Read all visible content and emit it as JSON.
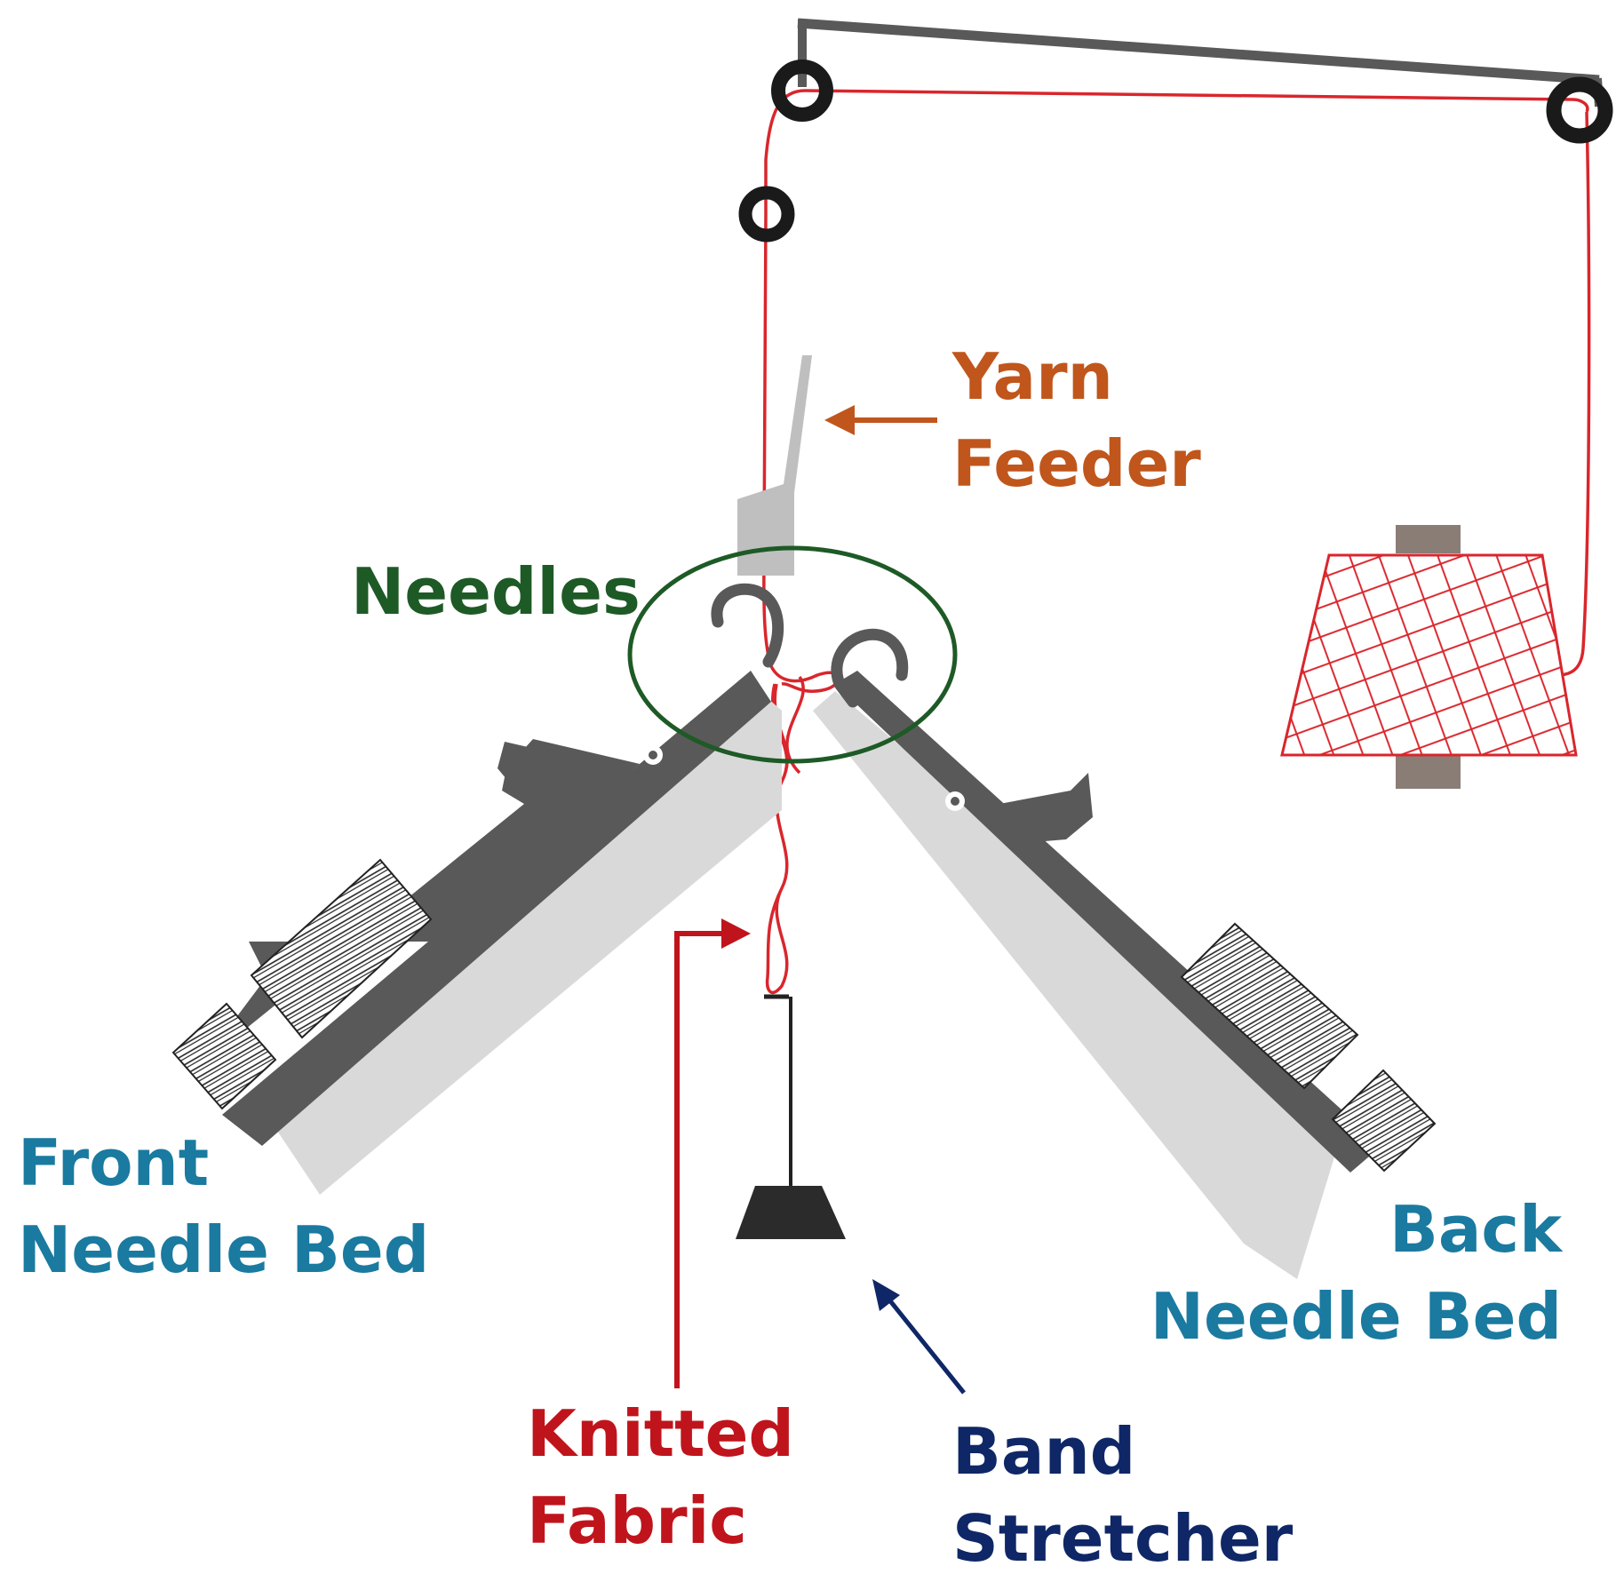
{
  "labels": {
    "yarn_feeder": [
      "Yarn",
      "Feeder"
    ],
    "needles": [
      "Needles"
    ],
    "front_needle_bed": [
      "Front",
      "Needle Bed"
    ],
    "back_needle_bed": [
      "Back",
      "Needle Bed"
    ],
    "knitted_fabric": [
      "Knitted",
      "Fabric"
    ],
    "band_stretcher": [
      "Band",
      "Stretcher"
    ]
  },
  "colors": {
    "yarn": "#d9262c",
    "yarn_feeder_label": "#c0561c",
    "needles_label": "#1e5a26",
    "needle_bed_label": "#1a7aa0",
    "knitted_fabric_label": "#c0141c",
    "band_stretcher_label": "#0f2766",
    "machine_dark": "#595959",
    "machine_light": "#d9d9d9",
    "feeder_gray": "#bfbfbf",
    "spool_core": "#8a7d76",
    "guide_ring": "#1a1a1a",
    "needles_ellipse": "#1e5a26"
  }
}
